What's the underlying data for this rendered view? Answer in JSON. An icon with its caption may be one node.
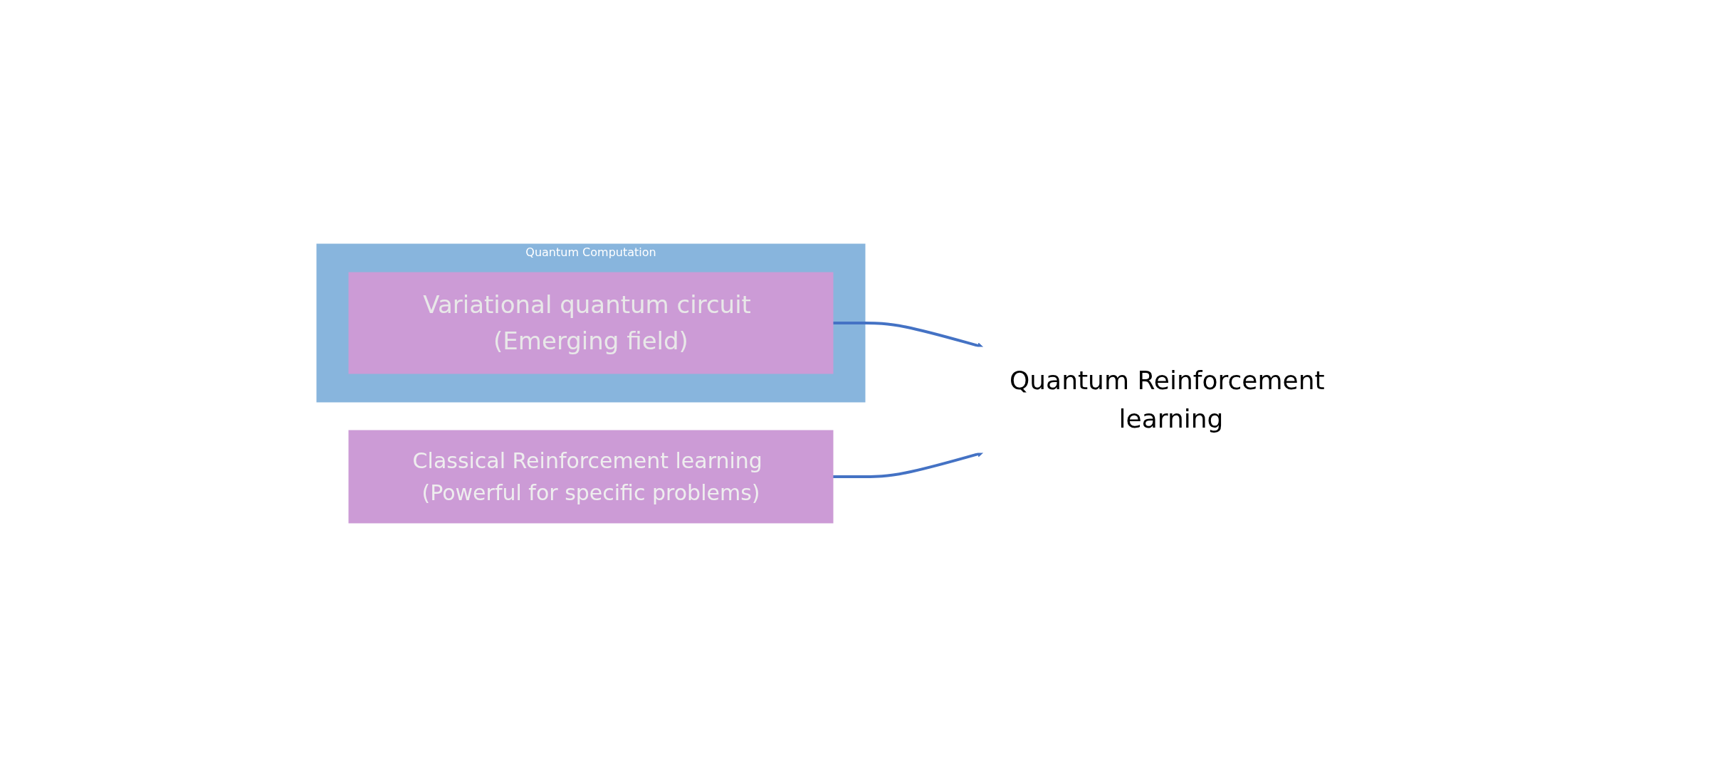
{
  "diagram": {
    "nodes": [
      {
        "text": [
          "Quantum Computation"
        ]
      },
      {
        "text": [
          "Variational quantum circuit (Emerging field)"
        ],
        "in": 0
      },
      {
        "text": [
          "Classical Reinforcement learning (Powerful for specific problems)"
        ]
      },
      {
        "text": [
          "Quantum Reinforcement learning"
        ]
      }
    ],
    "edges": [
      {
        "from": 1,
        "to": 3,
        "arrow": "to"
      },
      {
        "from": 2,
        "to": 3,
        "arrow": "to"
      }
    ]
  }
}
